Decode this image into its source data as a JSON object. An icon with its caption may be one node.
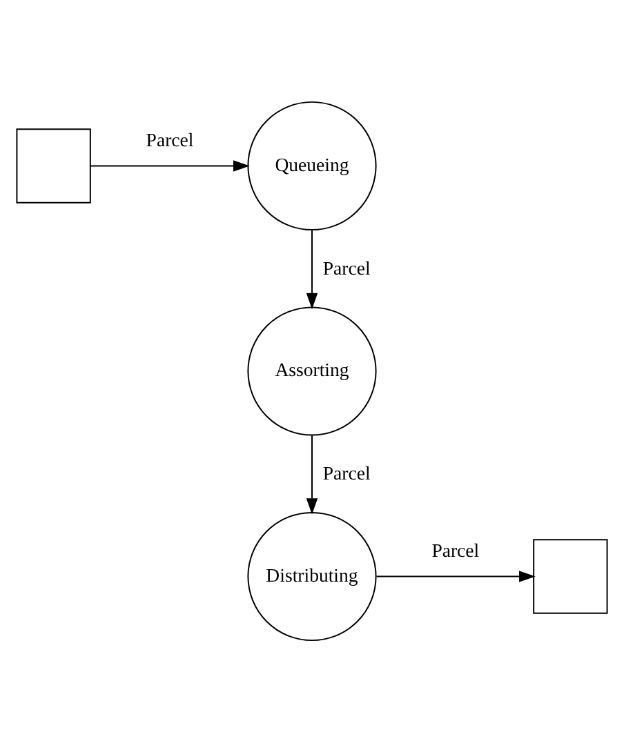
{
  "diagram": {
    "nodes": [
      {
        "text": [],
        "shape": "box"
      },
      {
        "text": [
          "Queueing"
        ]
      },
      {
        "text": [
          "Assorting"
        ]
      },
      {
        "text": [
          "Distributing"
        ]
      },
      {
        "text": [],
        "shape": "box"
      }
    ],
    "edges": [
      {
        "from": 0,
        "to": 1,
        "arrow": "to",
        "label": "Parcel"
      },
      {
        "from": 1,
        "to": 2,
        "arrow": "to",
        "label": "Parcel"
      },
      {
        "from": 2,
        "to": 3,
        "arrow": "to",
        "label": "Parcel"
      },
      {
        "from": 3,
        "to": 4,
        "arrow": "to",
        "label": "Parcel"
      }
    ]
  }
}
